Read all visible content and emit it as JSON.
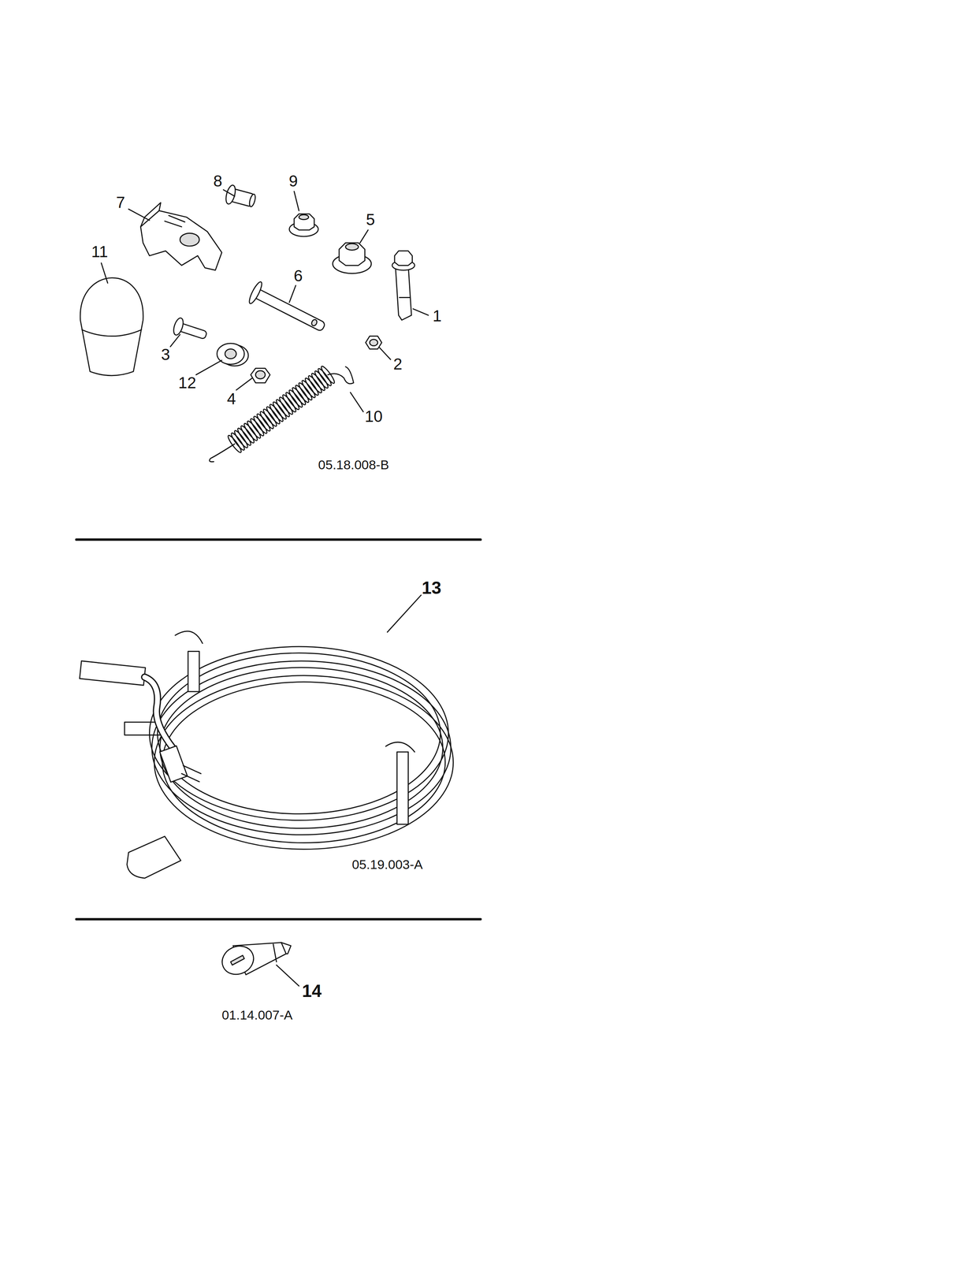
{
  "diagram": {
    "labels": [
      "8",
      "9",
      "7",
      "5",
      "11",
      "6",
      "1",
      "3",
      "2",
      "12",
      "4",
      "10",
      "05.18.008-B",
      "13",
      "05.19.003-A",
      "14",
      "01.14.007-A"
    ]
  }
}
